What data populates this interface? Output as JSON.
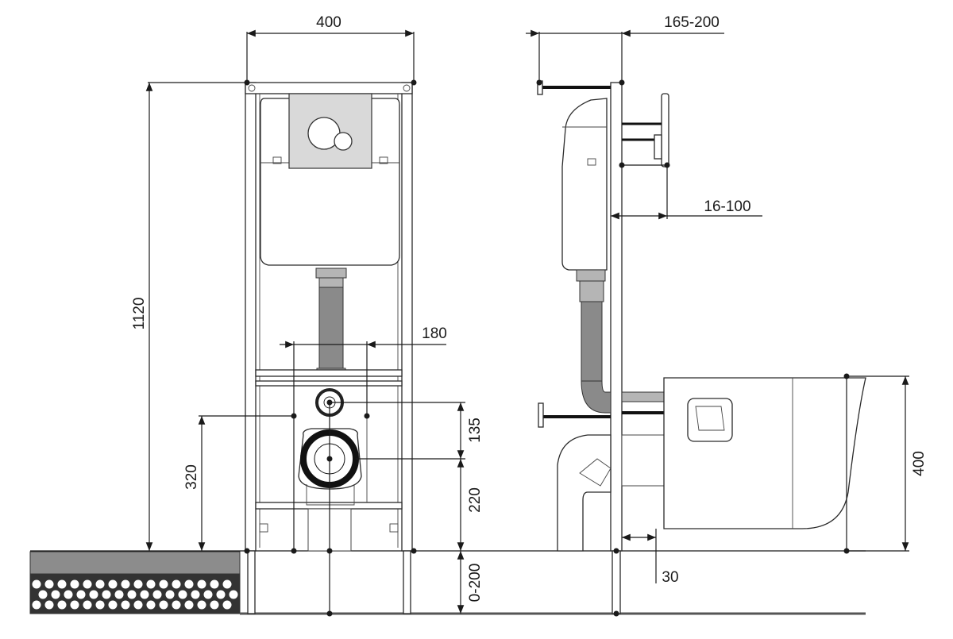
{
  "dimensions": {
    "frame_width": "400",
    "frame_height": "1120",
    "pipe_spacing": "180",
    "outlet_offset": "135",
    "drain_height": "220",
    "fixing_height": "320",
    "floor_adjust": "0-200",
    "wall_depth": "165-200",
    "panel_depth": "16-100",
    "wall_gap": "30",
    "bowl_height": "400"
  },
  "colors": {
    "line": "#1a1a1a",
    "pipe": "#8a8a8a",
    "floor_band": "#8c8c8c",
    "floor_dark": "#333333",
    "panel": "#d9d9d9"
  }
}
